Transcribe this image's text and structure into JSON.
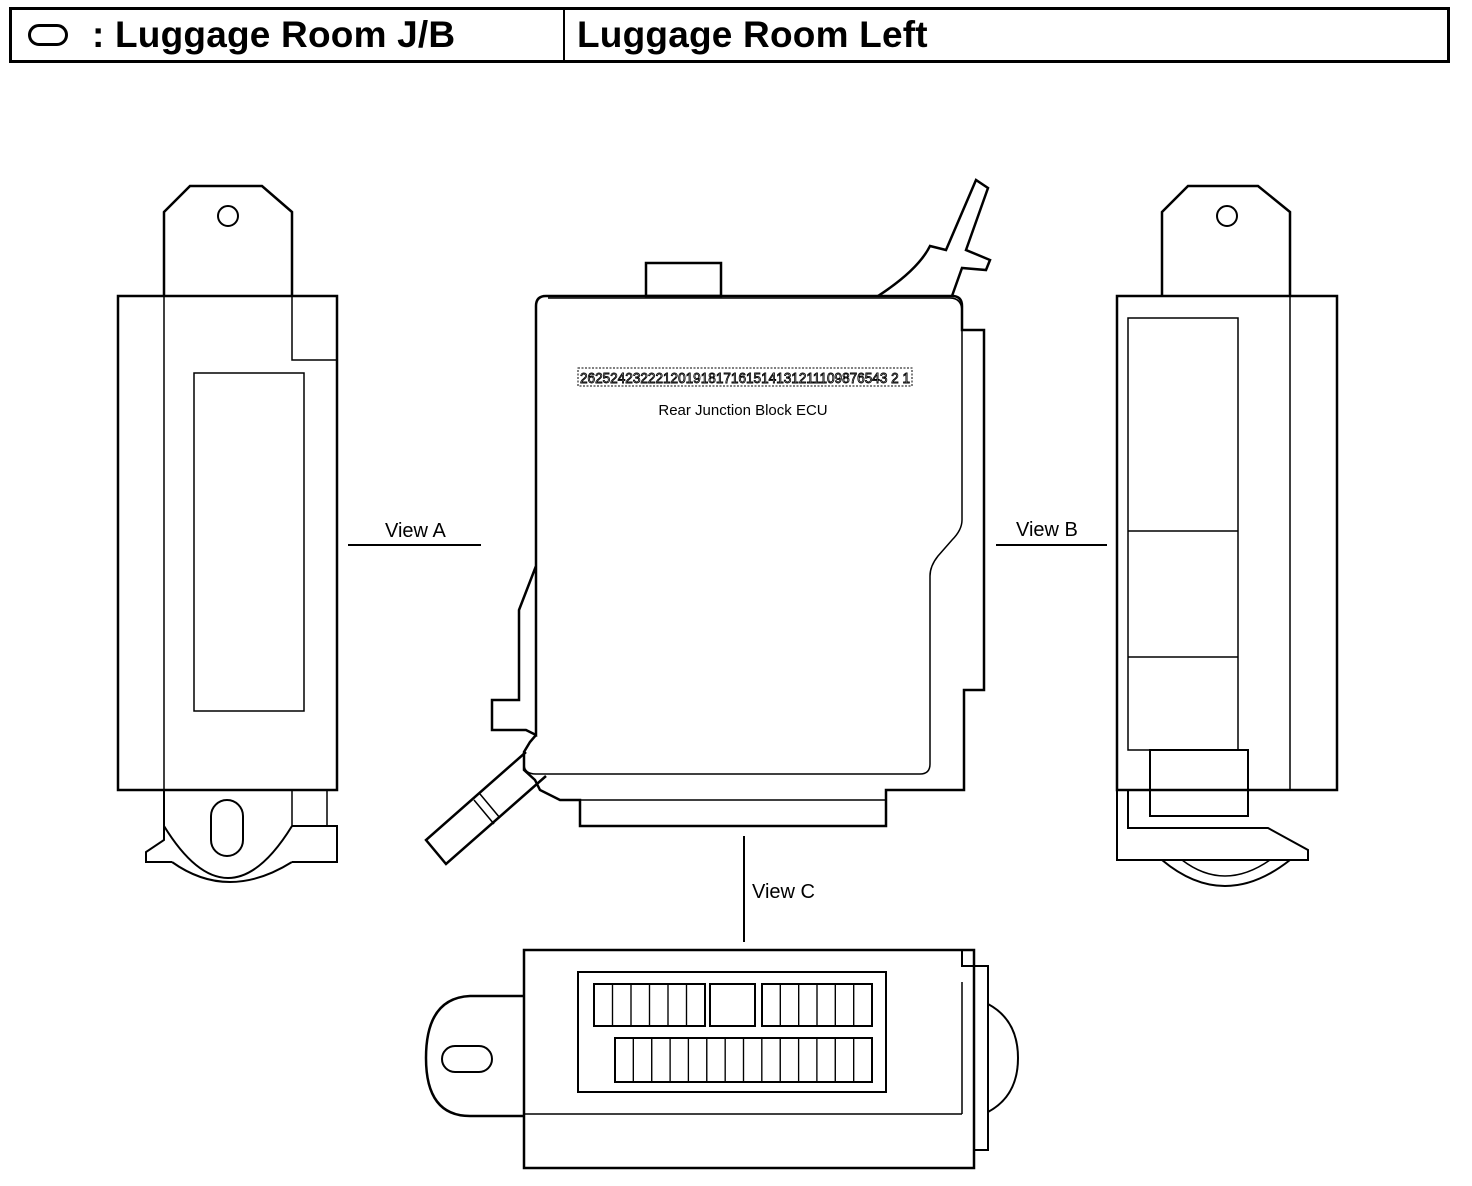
{
  "header": {
    "symbol_icon": "oval-connector-icon",
    "left_label": ": Luggage Room J/B",
    "right_label": "Luggage Room Left"
  },
  "diagram": {
    "pin_numbers": "26252423222120191817161514131211109876543 2 1",
    "ecu_label": "Rear Junction Block ECU",
    "view_a_label": "View A",
    "view_b_label": "View B",
    "view_c_label": "View C"
  }
}
